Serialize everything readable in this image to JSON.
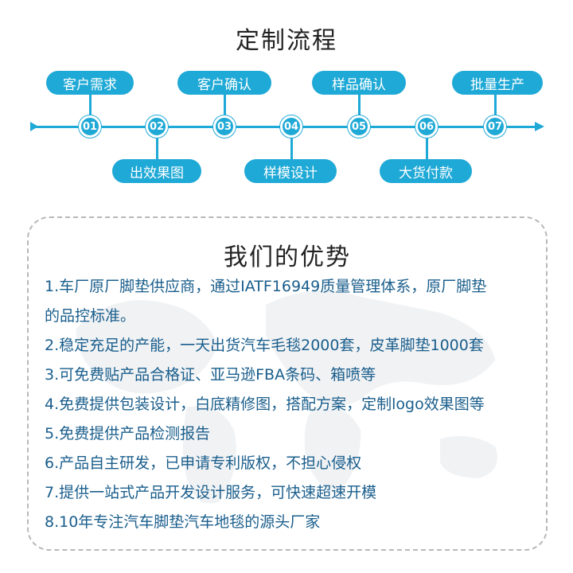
{
  "process": {
    "title": "定制流程",
    "steps": [
      {
        "num": "01",
        "label": "客户需求"
      },
      {
        "num": "02",
        "label": "出效果图"
      },
      {
        "num": "03",
        "label": "客户确认"
      },
      {
        "num": "04",
        "label": "样模设计"
      },
      {
        "num": "05",
        "label": "样品确认"
      },
      {
        "num": "06",
        "label": "大货付款"
      },
      {
        "num": "07",
        "label": "批量生产"
      }
    ]
  },
  "advantages": {
    "title": "我们的优势",
    "lines": [
      "1.车厂原厂脚垫供应商，通过IATF16949质量管理体系，原厂脚垫",
      "的品控标准。",
      "2.稳定充足的产能，一天出货汽车毛毯2000套，皮革脚垫1000套",
      "3.可免费贴产品合格证、亚马逊FBA条码、箱喷等",
      "4.免费提供包装设计，白底精修图，搭配方案，定制logo效果图等",
      "5.免费提供产品检测报告",
      "6.产品自主研发，已申请专利版权，不担心侵权",
      "7.提供一站式产品开发设计服务，可快速超速开模",
      "8.10年专注汽车脚垫汽车地毯的源头厂家"
    ]
  },
  "colors": {
    "accent": "#1fa9d6",
    "list_text": "#1a5e8c"
  }
}
